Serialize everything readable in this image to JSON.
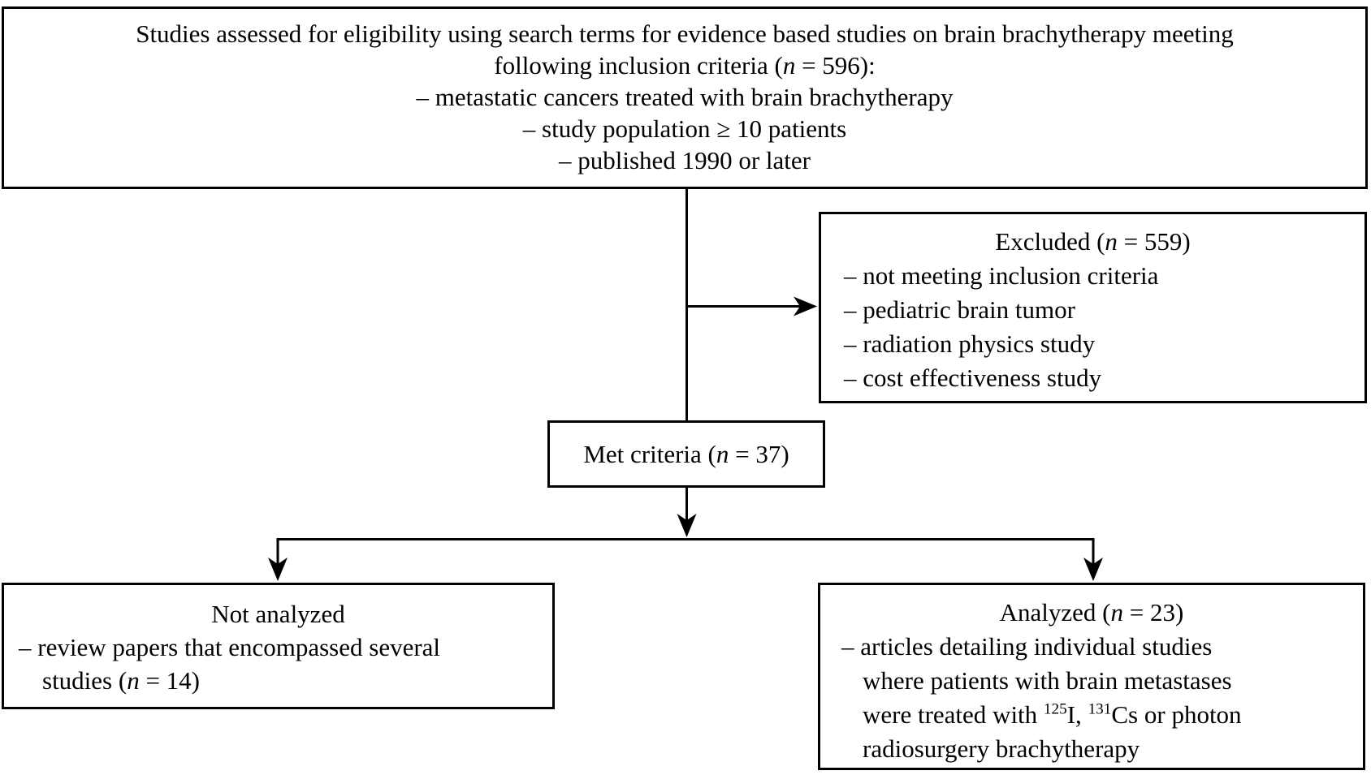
{
  "colors": {
    "background": "#ffffff",
    "line": "#000000",
    "text": "#000000"
  },
  "boxes": {
    "eligibility": {
      "line1": "Studies assessed for eligibility using search terms for evidence based studies on brain brachytherapy meeting",
      "line2_pre": "following inclusion criteria (",
      "n_symbol": "n",
      "line2_post": " = 596):",
      "criteria": [
        "– metastatic cancers treated with brain brachytherapy",
        "– study population ≥ 10 patients",
        "– published 1990 or later"
      ]
    },
    "excluded": {
      "title_pre": "Excluded (",
      "n_symbol": "n",
      "title_post": " = 559)",
      "reasons": [
        "– not meeting inclusion criteria",
        "– pediatric brain tumor",
        "– radiation physics study",
        "– cost effectiveness study"
      ]
    },
    "met_criteria": {
      "label_pre": "Met criteria (",
      "n_symbol": "n",
      "label_post": " = 37)"
    },
    "not_analyzed": {
      "title": "Not analyzed",
      "line1": "– review papers that encompassed several",
      "line2_pre": "studies (",
      "n_symbol": "n",
      "line2_post": " = 14)"
    },
    "analyzed": {
      "title_pre": "Analyzed (",
      "n_symbol": "n",
      "title_post": " = 23)",
      "line1": "– articles detailing individual studies",
      "line2": "where patients with brain metastases",
      "line3_pre": "were treated with ",
      "isotope1_mass": "125",
      "line3_mid": "I, ",
      "isotope2_mass": "131",
      "line3_post": "Cs or photon",
      "line4": "radiosurgery brachytherapy"
    }
  }
}
